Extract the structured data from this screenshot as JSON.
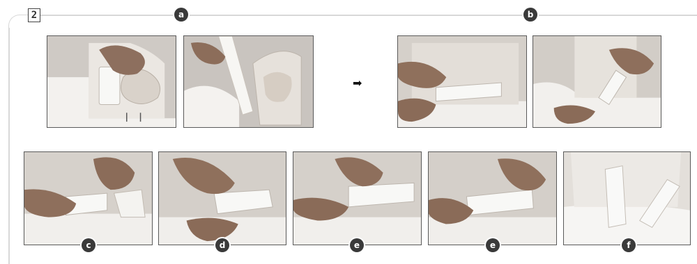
{
  "step_number": "2",
  "badges": {
    "a": "a",
    "b": "b",
    "c": "c",
    "d": "d",
    "e1": "e",
    "e2": "e",
    "f": "f"
  },
  "arrow_glyph": "➡",
  "colors": {
    "badge_bg": "#3a3a3a",
    "frame_line": "#d8d8d8",
    "photo_border": "#5a5a5a"
  },
  "icons": [
    "step-number-box",
    "right-arrow-icon"
  ]
}
